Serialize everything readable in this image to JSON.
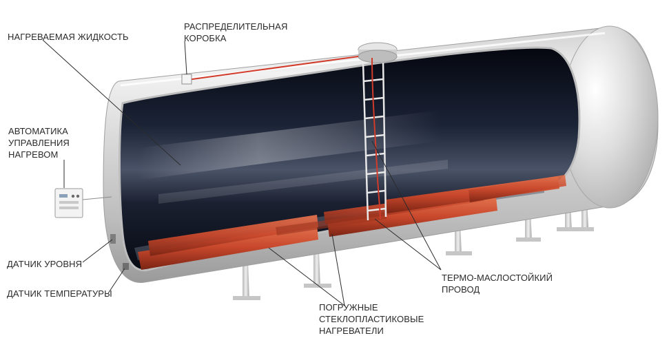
{
  "labels": {
    "heated_liquid": [
      "НАГРЕВАЕМАЯ ЖИДКОСТЬ"
    ],
    "junction_box": [
      "РАСПРЕДЕЛИТЕЛЬНАЯ",
      "КОРОБКА"
    ],
    "heating_automation": [
      "АВТОМАТИКА",
      "УПРАВЛЕНИЯ",
      "НАГРЕВОМ"
    ],
    "level_sensor": [
      "ДАТЧИК УРОВНЯ"
    ],
    "temperature_sensor": [
      "ДАТЧИК ТЕМПЕРАТУРЫ"
    ],
    "thermo_wire": [
      "ТЕРМО-МАСЛОСТОЙКИЙ",
      "ПРОВОД"
    ],
    "immersion_heaters": [
      "ПОГРУЖНЫЕ",
      "СТЕКЛОПЛАСТИКОВЫЕ",
      "НАГРЕВАТЕЛИ"
    ]
  },
  "colors": {
    "heater": "#c8482c",
    "cable": "#d23a2a",
    "tank_shell": "#d9d9d9",
    "tank_interior": "#0b0f1c"
  }
}
